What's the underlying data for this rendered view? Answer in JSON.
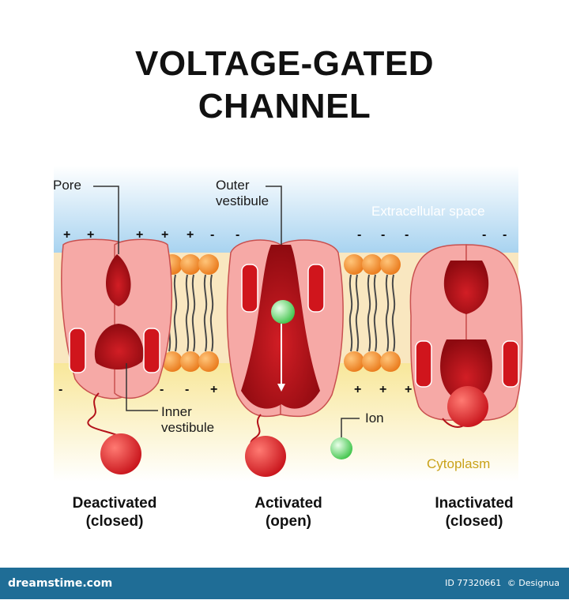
{
  "title": {
    "line1": "VOLTAGE-GATED",
    "line2": "CHANNEL"
  },
  "labels": {
    "pore": "Pore",
    "outer_vestibule_1": "Outer",
    "outer_vestibule_2": "vestibule",
    "inner_vestibule_1": "Inner",
    "inner_vestibule_2": "vestibule",
    "ion": "Ion",
    "extracellular": "Extracellular space",
    "cytoplasm": "Cytoplasm"
  },
  "states": [
    {
      "line1": "Deactivated",
      "line2": "(closed)"
    },
    {
      "line1": "Activated",
      "line2": "(open)"
    },
    {
      "line1": "Inactivated",
      "line2": "(closed)"
    }
  ],
  "charge_signs": {
    "plus": "+",
    "minus": "-"
  },
  "footer": {
    "brand": "dreamstime.com",
    "id": "ID 77320661",
    "credit": "© Designua"
  },
  "colors": {
    "channel": "#f6a9a6",
    "channel_stroke": "#c9504f",
    "pore_dark": "#b3121a",
    "lipid_head": "#f28a1f",
    "ion": "#7be07b",
    "ball": "#e8262b",
    "extracellular": "#bfe0f4",
    "cytoplasm": "#fbf0c2",
    "footer": "#1f6d96"
  },
  "icons": [
    "plus-sign-icon",
    "minus-sign-icon",
    "ion-icon",
    "inactivation-ball-icon"
  ]
}
